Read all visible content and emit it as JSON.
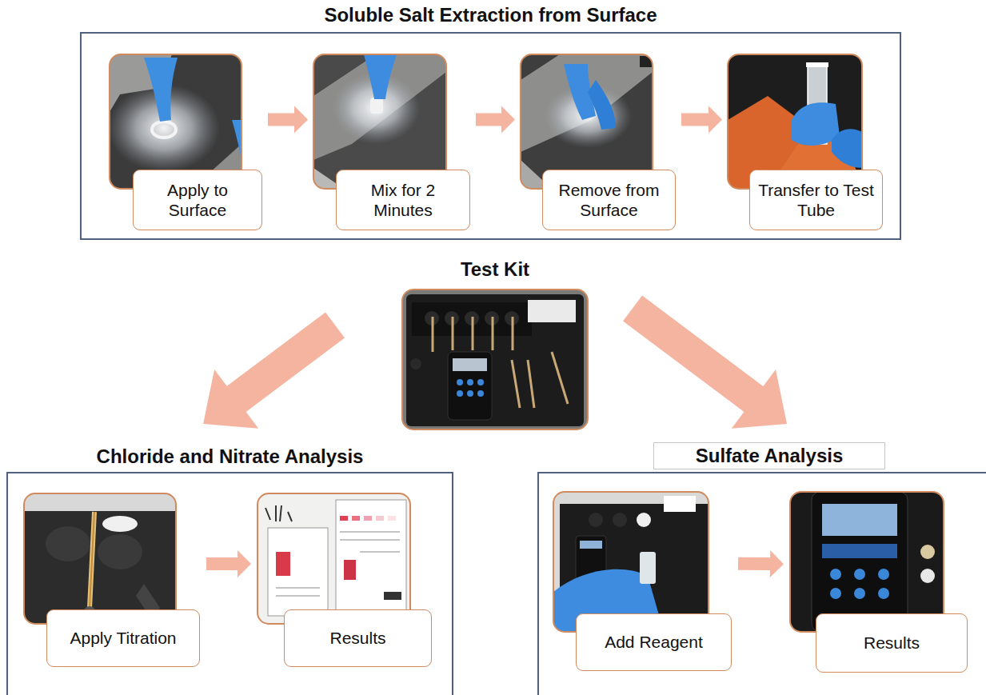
{
  "diagram": {
    "nodes": [
      {
        "text": [
          "Soluble Salt Extraction from Surface"
        ]
      },
      {
        "text": [
          "Apply to Surface"
        ],
        "in": 0
      },
      {
        "text": [
          "Mix for 2 Minutes"
        ],
        "in": 0
      },
      {
        "text": [
          "Remove from Surface"
        ],
        "in": 0
      },
      {
        "text": [
          "Transfer to Test Tube"
        ],
        "in": 0
      },
      {
        "text": [
          "Test Kit"
        ]
      },
      {
        "text": [
          "Chloride and Nitrate Analysis"
        ]
      },
      {
        "text": [
          "Apply Titration"
        ],
        "in": 6
      },
      {
        "text": [
          "Results"
        ],
        "in": 6
      },
      {
        "text": [
          "Sulfate Analysis"
        ]
      },
      {
        "text": [
          "Add Reagent"
        ],
        "in": 9
      },
      {
        "text": [
          "Results"
        ],
        "in": 9
      }
    ],
    "edges": [
      {
        "from": 1,
        "to": 2,
        "arrow": "to"
      },
      {
        "from": 2,
        "to": 3,
        "arrow": "to"
      },
      {
        "from": 3,
        "to": 4,
        "arrow": "to"
      },
      {
        "from": 5,
        "to": 6,
        "arrow": "to"
      },
      {
        "from": 5,
        "to": 9,
        "arrow": "to"
      },
      {
        "from": 7,
        "to": 8,
        "arrow": "to"
      },
      {
        "from": 10,
        "to": 11,
        "arrow": "to"
      }
    ]
  }
}
